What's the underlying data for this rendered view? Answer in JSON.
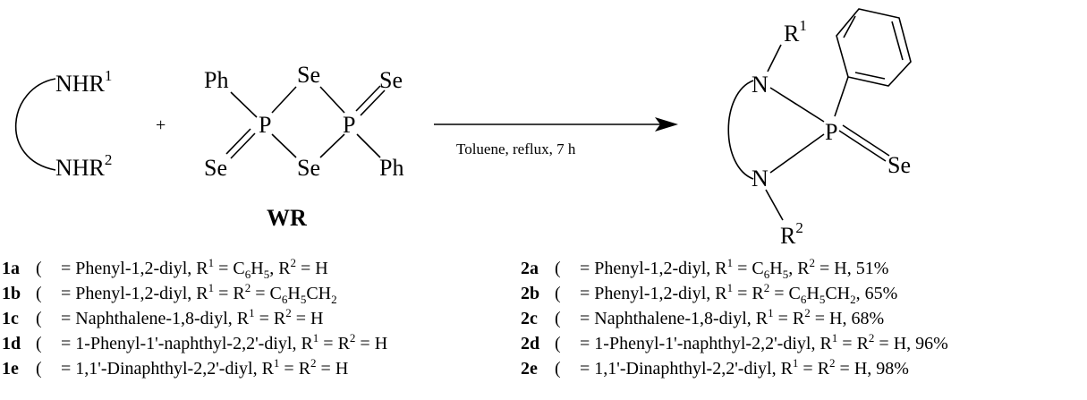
{
  "reactant": {
    "amine_top": "NHR",
    "amine_top_sup": "1",
    "amine_bottom": "NHR",
    "amine_bottom_sup": "2",
    "plus": "+"
  },
  "woollins": {
    "ph_top": "Ph",
    "ph_bottom": "Ph",
    "se_top": "Se",
    "se_exo_right": "Se",
    "se_exo_left": "Se",
    "se_bottom": "Se",
    "p_left": "P",
    "p_right": "P",
    "label": "WR"
  },
  "arrow": {
    "conditions": "Toluene, reflux, 7 h"
  },
  "product": {
    "r_top": "R",
    "r_top_sup": "1",
    "n_top": "N",
    "p": "P",
    "se": "Se",
    "n_bottom": "N",
    "r_bottom": "R",
    "r_bottom_sup": "2"
  },
  "substrates": [
    {
      "id": "1a",
      "text": " = Phenyl-1,2-diyl, R",
      "s1": "1",
      "t2": " = C",
      "s2": "6",
      "t3": "H",
      "s3": "5",
      "t4": ", R",
      "s4": "2",
      "t5": " = H"
    },
    {
      "id": "1b",
      "text": " = Phenyl-1,2-diyl, R",
      "s1": "1",
      "t2": " = R",
      "s2": "2",
      "t3": " = C",
      "s3": "6",
      "t4": "H",
      "s4": "5",
      "t5": "CH",
      "s5": "2"
    },
    {
      "id": "1c",
      "text": " = Naphthalene-1,8-diyl, R",
      "s1": "1",
      "t2": " = R",
      "s2": "2",
      "t3": " = H"
    },
    {
      "id": "1d",
      "text": " = 1-Phenyl-1'-naphthyl-2,2'-diyl, R",
      "s1": "1",
      "t2": " = R",
      "s2": "2",
      "t3": " = H"
    },
    {
      "id": "1e",
      "text": " = 1,1'-Dinaphthyl-2,2'-diyl, R",
      "s1": "1",
      "t2": " = R",
      "s2": "2",
      "t3": " = H"
    }
  ],
  "products": [
    {
      "id": "2a",
      "text": " = Phenyl-1,2-diyl, R",
      "s1": "1",
      "t2": " = C",
      "s2": "6",
      "t3": "H",
      "s3": "5",
      "t4": ", R",
      "s4": "2",
      "t5": " = H, 51%"
    },
    {
      "id": "2b",
      "text": " = Phenyl-1,2-diyl, R",
      "s1": "1",
      "t2": " = R",
      "s2": "2",
      "t3": " = C",
      "s3": "6",
      "t4": "H",
      "s4": "5",
      "t5": "CH",
      "s5": "2",
      "t6": ", 65%"
    },
    {
      "id": "2c",
      "text": " = Naphthalene-1,8-diyl, R",
      "s1": "1",
      "t2": " = R",
      "s2": "2",
      "t3": " = H, 68%"
    },
    {
      "id": "2d",
      "text": " = 1-Phenyl-1'-naphthyl-2,2'-diyl, R",
      "s1": "1",
      "t2": " = R",
      "s2": "2",
      "t3": " = H, 96%"
    },
    {
      "id": "2e",
      "text": " = 1,1'-Dinaphthyl-2,2'-diyl, R",
      "s1": "1",
      "t2": " = R",
      "s2": "2",
      "t3": " = H, 98%"
    }
  ]
}
